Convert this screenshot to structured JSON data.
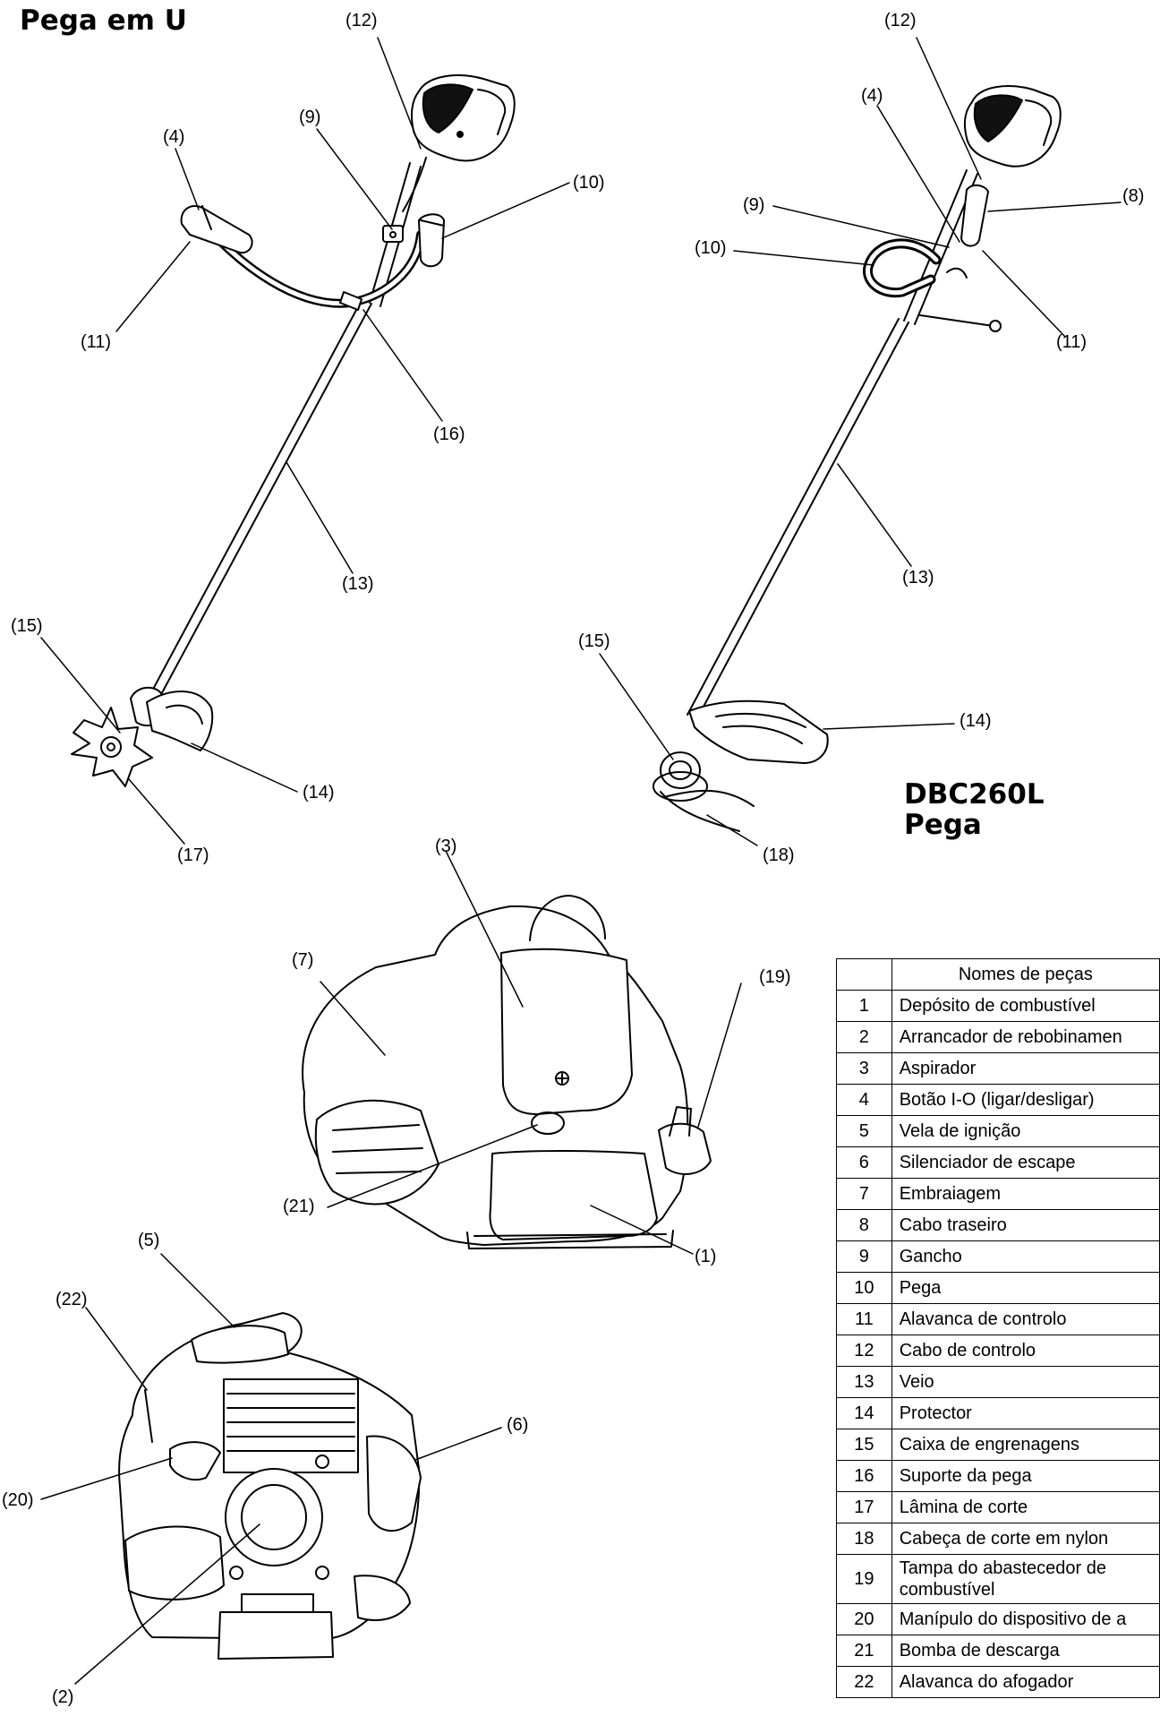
{
  "headings": {
    "u_handle": "Pega em U",
    "model": "DBC260L",
    "loop_handle": "Pega"
  },
  "callouts": [
    "(12)",
    "(4)",
    "(9)",
    "(10)",
    "(11)",
    "(16)",
    "(13)",
    "(15)",
    "(14)",
    "(17)",
    "(12)",
    "(4)",
    "(9)",
    "(8)",
    "(10)",
    "(11)",
    "(13)",
    "(15)",
    "(14)",
    "(18)",
    "(3)",
    "(7)",
    "(19)",
    "(21)",
    "(1)",
    "(5)",
    "(22)",
    "(6)",
    "(20)",
    "(2)"
  ],
  "parts_table": {
    "header": "Nomes de peças",
    "rows": [
      {
        "num": "1",
        "name": "Depósito de combustível"
      },
      {
        "num": "2",
        "name": "Arrancador de rebobinamen"
      },
      {
        "num": "3",
        "name": "Aspirador"
      },
      {
        "num": "4",
        "name": "Botão I-O (ligar/desligar)"
      },
      {
        "num": "5",
        "name": "Vela de ignição"
      },
      {
        "num": "6",
        "name": "Silenciador de escape"
      },
      {
        "num": "7",
        "name": "Embraiagem"
      },
      {
        "num": "8",
        "name": "Cabo traseiro"
      },
      {
        "num": "9",
        "name": "Gancho"
      },
      {
        "num": "10",
        "name": "Pega"
      },
      {
        "num": "11",
        "name": "Alavanca de controlo"
      },
      {
        "num": "12",
        "name": "Cabo de controlo"
      },
      {
        "num": "13",
        "name": "Veio"
      },
      {
        "num": "14",
        "name": "Protector"
      },
      {
        "num": "15",
        "name": "Caixa de engrenagens"
      },
      {
        "num": "16",
        "name": "Suporte da pega"
      },
      {
        "num": "17",
        "name": "Lâmina de corte"
      },
      {
        "num": "18",
        "name": "Cabeça de corte em nylon"
      },
      {
        "num": "19",
        "name": "Tampa do abastecedor de combustível"
      },
      {
        "num": "20",
        "name": "Manípulo do dispositivo de a"
      },
      {
        "num": "21",
        "name": "Bomba de descarga"
      },
      {
        "num": "22",
        "name": "Alavanca do afogador"
      }
    ]
  }
}
